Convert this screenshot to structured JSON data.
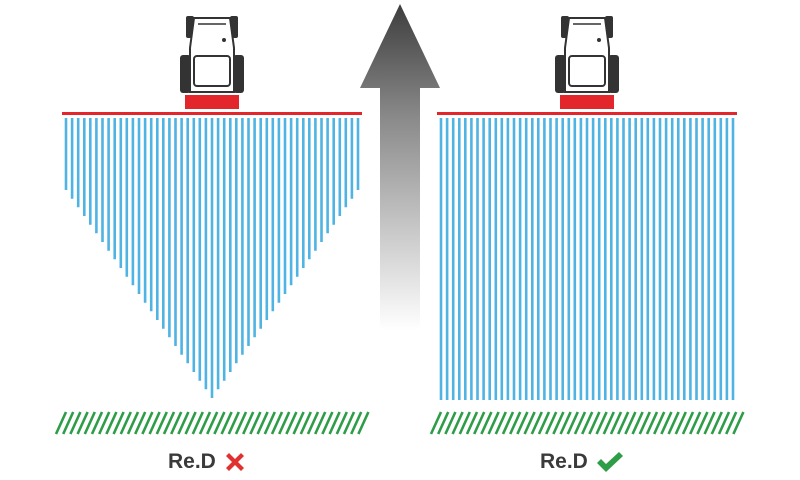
{
  "panels": [
    {
      "id": "left",
      "label": "Re.D",
      "status": "incorrect",
      "status_icon": "cross-icon",
      "spray_pattern": "triangular"
    },
    {
      "id": "right",
      "label": "Re.D",
      "status": "correct",
      "status_icon": "check-icon",
      "spray_pattern": "uniform"
    }
  ],
  "colors": {
    "spray": "#4fb3e3",
    "boom": "#e3262b",
    "crop": "#2e9d47",
    "cross": "#e0302f",
    "check": "#2e9d47",
    "arrow_dark": "#3d3d3d",
    "label": "#3a3a3a"
  }
}
